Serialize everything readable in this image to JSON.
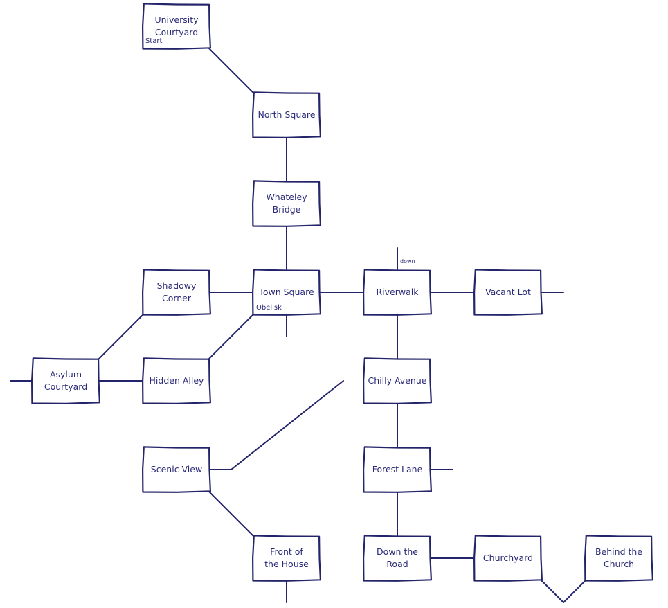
{
  "colors": {
    "line": "#24246a",
    "text": "#2a2a78",
    "room_fill": "#ffffff",
    "background": "#ffffff"
  },
  "rooms": [
    {
      "id": "university-courtyard",
      "lines": [
        "University",
        "Courtyard"
      ]
    },
    {
      "id": "north-square",
      "lines": [
        "North Square"
      ]
    },
    {
      "id": "whateley-bridge",
      "lines": [
        "Whateley",
        "Bridge"
      ]
    },
    {
      "id": "shadowy-corner",
      "lines": [
        "Shadowy",
        "Corner"
      ]
    },
    {
      "id": "town-square",
      "lines": [
        "Town Square"
      ]
    },
    {
      "id": "riverwalk",
      "lines": [
        "Riverwalk"
      ]
    },
    {
      "id": "vacant-lot",
      "lines": [
        "Vacant Lot"
      ]
    },
    {
      "id": "asylum-courtyard",
      "lines": [
        "Asylum",
        "Courtyard"
      ]
    },
    {
      "id": "hidden-alley",
      "lines": [
        "Hidden Alley"
      ]
    },
    {
      "id": "chilly-avenue",
      "lines": [
        "Chilly Avenue"
      ]
    },
    {
      "id": "scenic-view",
      "lines": [
        "Scenic View"
      ]
    },
    {
      "id": "forest-lane",
      "lines": [
        "Forest Lane"
      ]
    },
    {
      "id": "front-of-the-house",
      "lines": [
        "Front of",
        "the House"
      ]
    },
    {
      "id": "down-the-road",
      "lines": [
        "Down the",
        "Road"
      ]
    },
    {
      "id": "churchyard",
      "lines": [
        "Churchyard"
      ]
    },
    {
      "id": "behind-the-church",
      "lines": [
        "Behind the",
        "Church"
      ]
    }
  ],
  "notes": [
    {
      "id": "start",
      "room": "university-courtyard",
      "text": "Start"
    },
    {
      "id": "obelisk",
      "room": "town-square",
      "text": "Obelisk"
    },
    {
      "id": "down",
      "room": "riverwalk",
      "text": "down"
    }
  ],
  "connections": [
    {
      "from": "university-courtyard",
      "to": "north-square"
    },
    {
      "from": "north-square",
      "to": "whateley-bridge"
    },
    {
      "from": "whateley-bridge",
      "to": "town-square"
    },
    {
      "from": "shadowy-corner",
      "to": "town-square"
    },
    {
      "from": "town-square",
      "to": "riverwalk"
    },
    {
      "from": "riverwalk",
      "to": "vacant-lot"
    },
    {
      "from": "shadowy-corner",
      "to": "asylum-courtyard"
    },
    {
      "from": "asylum-courtyard",
      "to": "hidden-alley"
    },
    {
      "from": "hidden-alley",
      "to": "town-square"
    },
    {
      "from": "riverwalk",
      "to": "chilly-avenue"
    },
    {
      "from": "chilly-avenue",
      "to": "scenic-view"
    },
    {
      "from": "chilly-avenue",
      "to": "forest-lane"
    },
    {
      "from": "forest-lane",
      "to": "down-the-road"
    },
    {
      "from": "scenic-view",
      "to": "front-of-the-house"
    },
    {
      "from": "down-the-road",
      "to": "churchyard"
    },
    {
      "from": "churchyard",
      "to": "behind-the-church"
    }
  ],
  "stubs": [
    {
      "room": "riverwalk",
      "direction": "up"
    },
    {
      "room": "town-square",
      "direction": "down"
    },
    {
      "room": "vacant-lot",
      "direction": "right"
    },
    {
      "room": "asylum-courtyard",
      "direction": "left"
    },
    {
      "room": "forest-lane",
      "direction": "right"
    },
    {
      "room": "front-of-the-house",
      "direction": "down"
    }
  ]
}
